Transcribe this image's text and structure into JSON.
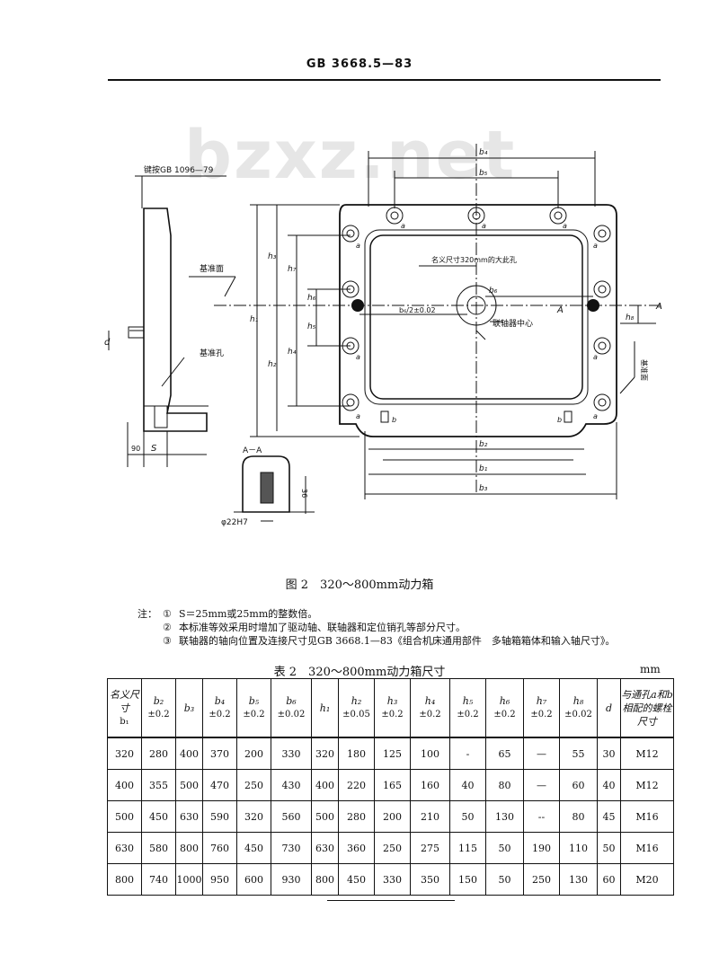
{
  "header": {
    "standard_no": "GB 3668.5—83"
  },
  "watermark": "bzxz.net",
  "figure": {
    "caption": "图 2　320～800mm动力箱",
    "labels": {
      "key_standard": "键按GB 1096—79",
      "datum_surface": "基准面",
      "datum_hole": "基准孔",
      "bore_note": "名义尺寸320mm的大此孔",
      "coupling_center": "联轴器中心",
      "b6_half": "b₆/2±0.02",
      "datum_side": "基准面",
      "section": "A－A",
      "dia": "φ22H7",
      "dim_90": "90",
      "dim_36": "36",
      "sym_S": "S",
      "sym_d": "d",
      "sym_A": "A",
      "b4": "b₄",
      "b5": "b₅",
      "b6": "b₆",
      "b2": "b₂",
      "b1": "b₁",
      "b3": "b₃",
      "h1": "h₁",
      "h2": "h₂",
      "h3": "h₃",
      "h4": "h₄",
      "h5": "h₅",
      "h6": "h₆",
      "h7": "h₇",
      "h8": "h₈",
      "a": "a",
      "b": "b"
    }
  },
  "notes": {
    "label": "注：",
    "items": [
      {
        "no": "①",
        "text": "S＝25mm或25mm的整数倍。"
      },
      {
        "no": "②",
        "text": "本标准等效采用时增加了驱动轴、联轴器和定位销孔等部分尺寸。"
      },
      {
        "no": "③",
        "text": "联轴器的轴向位置及连接尺寸见GB 3668.1—83《组合机床通用部件　多轴箱箱体和输入轴尺寸》。"
      }
    ]
  },
  "table": {
    "title": "表 2　320～800mm动力箱尺寸",
    "unit": "mm",
    "headers": [
      {
        "sym": "名义尺寸",
        "tol": "b₁"
      },
      {
        "sym": "b₂",
        "tol": "±0.2"
      },
      {
        "sym": "b₃",
        "tol": ""
      },
      {
        "sym": "b₄",
        "tol": "±0.2"
      },
      {
        "sym": "b₅",
        "tol": "±0.2"
      },
      {
        "sym": "b₆",
        "tol": "±0.02"
      },
      {
        "sym": "h₁",
        "tol": ""
      },
      {
        "sym": "h₂",
        "tol": "±0.05"
      },
      {
        "sym": "h₃",
        "tol": "±0.2"
      },
      {
        "sym": "h₄",
        "tol": "±0.2"
      },
      {
        "sym": "h₅",
        "tol": "±0.2"
      },
      {
        "sym": "h₆",
        "tol": "±0.2"
      },
      {
        "sym": "h₇",
        "tol": "±0.2"
      },
      {
        "sym": "h₈",
        "tol": "±0.02"
      },
      {
        "sym": "d",
        "tol": ""
      },
      {
        "sym": "与通孔a和b相配的螺栓尺寸",
        "tol": ""
      }
    ],
    "rows": [
      [
        "320",
        "280",
        "400",
        "370",
        "200",
        "330",
        "320",
        "180",
        "125",
        "100",
        "-",
        "65",
        "—",
        "55",
        "30",
        "M12"
      ],
      [
        "400",
        "355",
        "500",
        "470",
        "250",
        "430",
        "400",
        "220",
        "165",
        "160",
        "40",
        "80",
        "—",
        "60",
        "40",
        "M12"
      ],
      [
        "500",
        "450",
        "630",
        "590",
        "320",
        "560",
        "500",
        "280",
        "200",
        "210",
        "50",
        "130",
        "--",
        "80",
        "45",
        "M16"
      ],
      [
        "630",
        "580",
        "800",
        "760",
        "450",
        "730",
        "630",
        "360",
        "250",
        "275",
        "115",
        "50",
        "190",
        "110",
        "50",
        "M16"
      ],
      [
        "800",
        "740",
        "1000",
        "950",
        "600",
        "930",
        "800",
        "450",
        "330",
        "350",
        "150",
        "50",
        "250",
        "130",
        "60",
        "M20"
      ]
    ]
  }
}
